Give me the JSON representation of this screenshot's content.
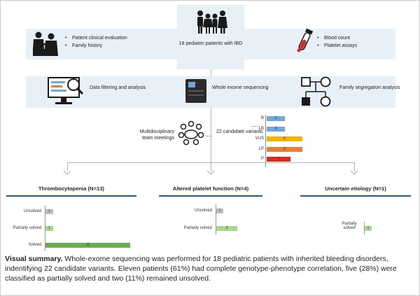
{
  "top": {
    "center_label": "18 pediatric patients with IBD",
    "left_bullets": [
      "Patient clinical evaluation",
      "Family history"
    ],
    "right_bullets": [
      "Blood count",
      "Platelet assays"
    ]
  },
  "middle": {
    "left_label": "Data filtering and analysis",
    "center_label": "Whole exome sequencing",
    "right_label": "Family segregation analysis"
  },
  "meetings_label": "Multidisciplinary team meetings",
  "variants_label": "22 candidate variants",
  "variants_chart": {
    "type": "bar",
    "categories": [
      "B",
      "LB",
      "VUS",
      "LP",
      "P"
    ],
    "values": [
      3,
      3,
      6,
      6,
      4
    ],
    "colors": [
      "#6fa8dc",
      "#6fa8dc",
      "#f4b400",
      "#e8803a",
      "#d62d20"
    ]
  },
  "outcomes": [
    {
      "title": "Thrombocytopenia (N=13)",
      "categories": [
        "Unsolved",
        "Partially solved",
        "Solved"
      ],
      "values": [
        1,
        1,
        11
      ]
    },
    {
      "title": "Altered platelet function (N=4)",
      "categories": [
        "Unsolved",
        "Partially solved"
      ],
      "values": [
        1,
        3
      ]
    },
    {
      "title": "Uncertain etiology (N=1)",
      "categories": [
        "Partially solved"
      ],
      "values": [
        1
      ]
    }
  ],
  "chart_data": [
    {
      "type": "bar",
      "title": "",
      "categories": [
        "B",
        "LB",
        "VUS",
        "LP",
        "P"
      ],
      "values": [
        3,
        3,
        6,
        6,
        4
      ]
    },
    {
      "type": "bar",
      "title": "Thrombocytopenia (N=13)",
      "categories": [
        "Unsolved",
        "Partially solved",
        "Solved"
      ],
      "values": [
        1,
        1,
        11
      ]
    },
    {
      "type": "bar",
      "title": "Altered platelet function (N=4)",
      "categories": [
        "Unsolved",
        "Partially solved"
      ],
      "values": [
        1,
        3
      ]
    },
    {
      "type": "bar",
      "title": "Uncertain etiology (N=1)",
      "categories": [
        "Partially solved"
      ],
      "values": [
        1
      ]
    }
  ],
  "outcome_colors": {
    "Unsolved": "#bdbdbd",
    "Partially solved": "#a8d98a",
    "Solved": "#6ab04c"
  },
  "summary": {
    "title": "Visual summary.",
    "text": "Whole-exome sequencing was performed for 18 pediatric patients with inherited bleeding disorders, indentifying 22 candidate variants. Eleven patients (61%) had complete genotype-phenotype correlation, five (28%) were classified as partially solved and two (11%) remained unsolved."
  }
}
